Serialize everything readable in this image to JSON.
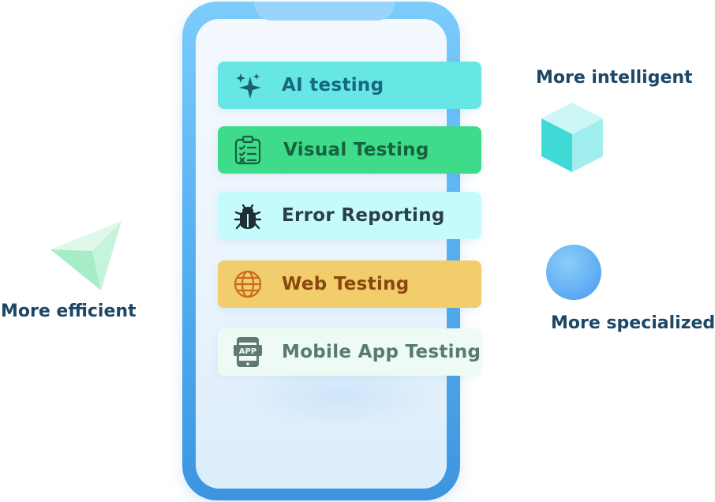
{
  "features": [
    {
      "label": "AI testing",
      "icon": "sparkle-icon"
    },
    {
      "label": "Visual Testing",
      "icon": "clipboard-checklist-icon"
    },
    {
      "label": "Error Reporting",
      "icon": "bug-icon"
    },
    {
      "label": "Web Testing",
      "icon": "globe-icon"
    },
    {
      "label": "Mobile App Testing",
      "icon": "mobile-app-icon"
    }
  ],
  "badges": {
    "intelligent": "More intelligent",
    "efficient": "More efficient",
    "specialized": "More specialized"
  },
  "app_icon_text": "APP",
  "colors": {
    "phone_frame": "#59b2f2",
    "ai_card": "#67e6e6",
    "visual_card": "#3edb8b",
    "error_card": "#c6fbfd",
    "web_card": "#f2cd6c",
    "mobile_card": "#edfbf4"
  }
}
